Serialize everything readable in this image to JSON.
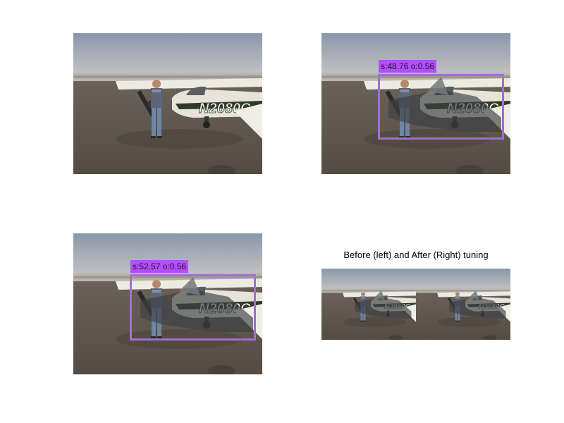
{
  "panels": [
    {
      "id": "original",
      "tag": null
    },
    {
      "id": "result-1",
      "tag": "s:48.76 o:0.56"
    },
    {
      "id": "result-2",
      "tag": "s:52.57 o:0.56"
    }
  ],
  "comparison": {
    "title": "Before (left) and After (Right) tuning"
  },
  "photo": {
    "registration": "N2080C",
    "colors": {
      "sky_top": "#8e9aae",
      "sky_bottom": "#c9c7c3",
      "ground": "#5d554c",
      "plane_white": "#e6e4d8",
      "plane_stripe": "#2f3a2a",
      "bbox": "#a36fcf",
      "label_bg": "#b44dff"
    }
  }
}
